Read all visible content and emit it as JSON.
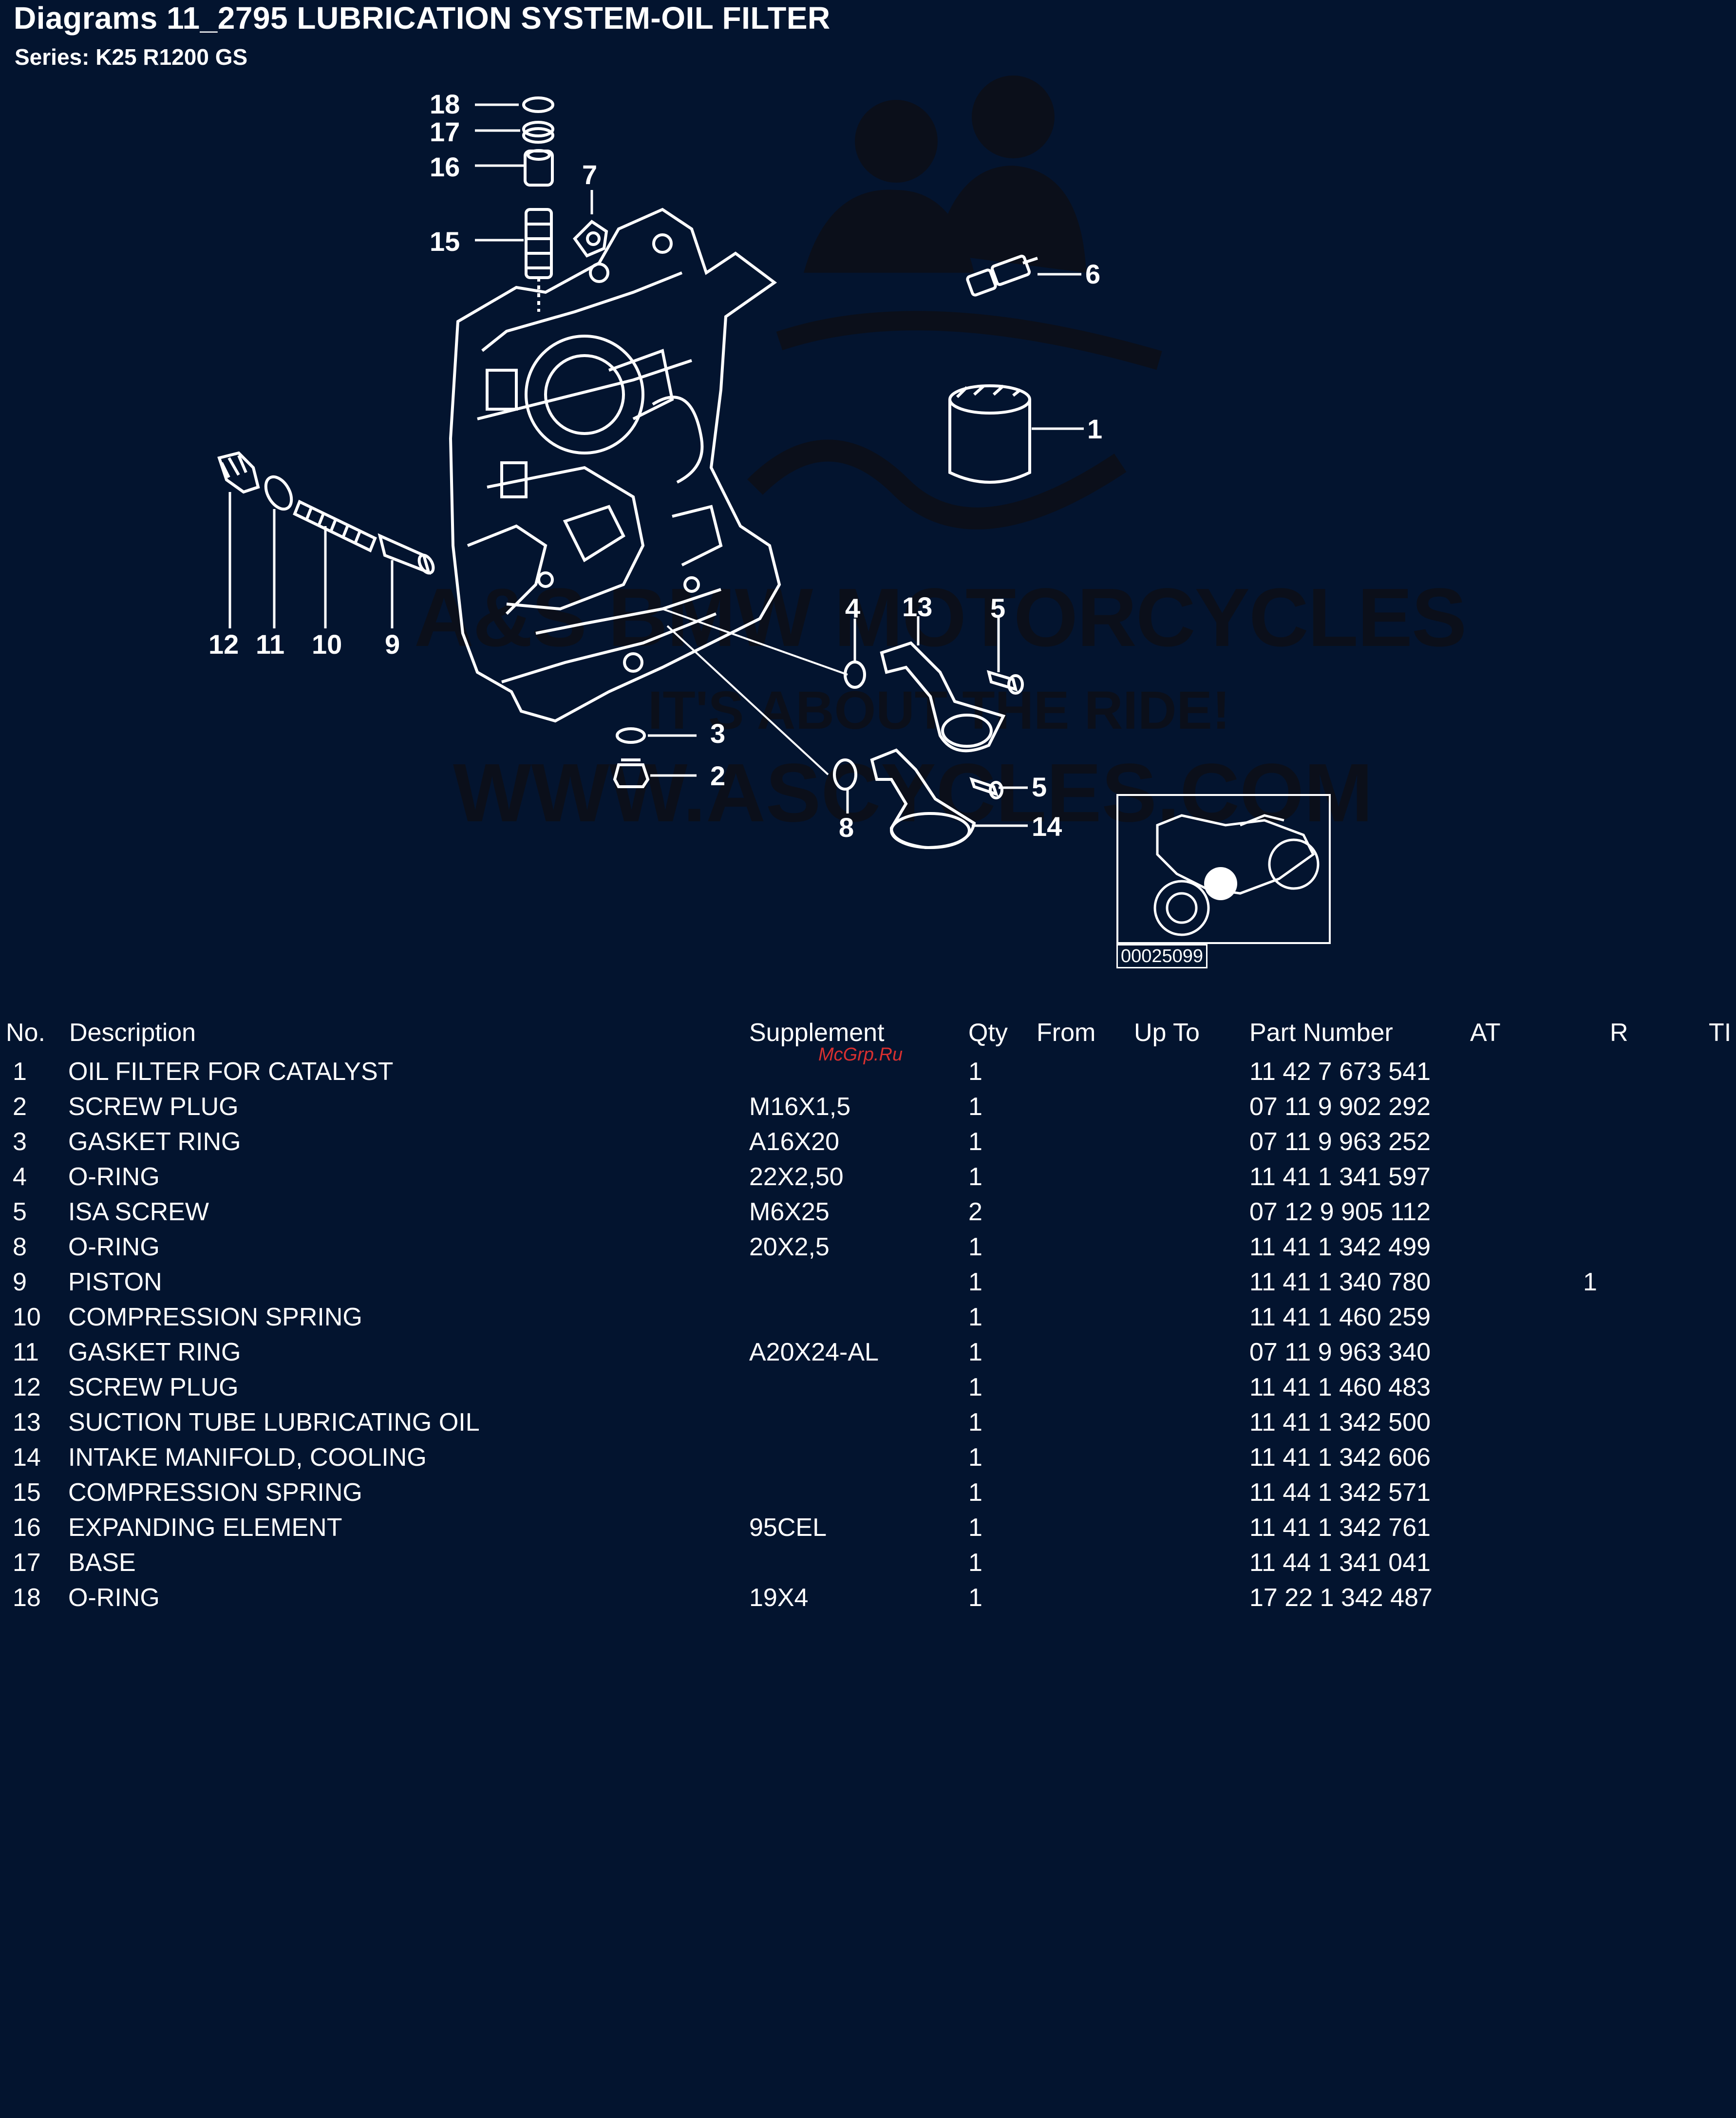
{
  "header": {
    "title": "Diagrams 11_2795 LUBRICATION SYSTEM-OIL FILTER",
    "series": "Series: K25 R1200 GS"
  },
  "diagram": {
    "callouts": [
      "18",
      "17",
      "16",
      "15",
      "7",
      "6",
      "1",
      "12",
      "11",
      "10",
      "9",
      "4",
      "13",
      "5",
      "3",
      "2",
      "8",
      "5",
      "14"
    ],
    "diagram_id": "00025099",
    "watermark": {
      "line1": "A&S BMW MOTORCYCLES",
      "line2": "IT'S ABOUT THE RIDE!",
      "line3": "WWW.ASCYCLES.COM"
    }
  },
  "stamp": "McGrp.Ru",
  "table": {
    "headers": {
      "no": "No.",
      "description": "Description",
      "supplement": "Supplement",
      "qty": "Qty",
      "from": "From",
      "up_to": "Up To",
      "part_number": "Part Number",
      "at": "AT",
      "r": "R",
      "ti": "TI"
    },
    "rows": [
      {
        "no": "1",
        "description": "OIL FILTER FOR CATALYST",
        "supplement": "",
        "qty": "1",
        "part_number": "11 42 7 673 541",
        "r": ""
      },
      {
        "no": "2",
        "description": "SCREW PLUG",
        "supplement": "M16X1,5",
        "qty": "1",
        "part_number": "07 11 9 902 292",
        "r": ""
      },
      {
        "no": "3",
        "description": "GASKET RING",
        "supplement": "A16X20",
        "qty": "1",
        "part_number": "07 11 9 963 252",
        "r": ""
      },
      {
        "no": "4",
        "description": "O-RING",
        "supplement": "22X2,50",
        "qty": "1",
        "part_number": "11 41 1 341 597",
        "r": ""
      },
      {
        "no": "5",
        "description": "ISA SCREW",
        "supplement": "M6X25",
        "qty": "2",
        "part_number": "07 12 9 905 112",
        "r": ""
      },
      {
        "no": "8",
        "description": "O-RING",
        "supplement": "20X2,5",
        "qty": "1",
        "part_number": "11 41 1 342 499",
        "r": ""
      },
      {
        "no": "9",
        "description": "PISTON",
        "supplement": "",
        "qty": "1",
        "part_number": "11 41 1 340 780",
        "r": "1"
      },
      {
        "no": "10",
        "description": "COMPRESSION SPRING",
        "supplement": "",
        "qty": "1",
        "part_number": "11 41 1 460 259",
        "r": ""
      },
      {
        "no": "11",
        "description": "GASKET RING",
        "supplement": "A20X24-AL",
        "qty": "1",
        "part_number": "07 11 9 963 340",
        "r": ""
      },
      {
        "no": "12",
        "description": "SCREW PLUG",
        "supplement": "",
        "qty": "1",
        "part_number": "11 41 1 460 483",
        "r": ""
      },
      {
        "no": "13",
        "description": "SUCTION TUBE LUBRICATING OIL",
        "supplement": "",
        "qty": "1",
        "part_number": "11 41 1 342 500",
        "r": ""
      },
      {
        "no": "14",
        "description": "INTAKE MANIFOLD, COOLING",
        "supplement": "",
        "qty": "1",
        "part_number": "11 41 1 342 606",
        "r": ""
      },
      {
        "no": "15",
        "description": "COMPRESSION SPRING",
        "supplement": "",
        "qty": "1",
        "part_number": "11 44 1 342 571",
        "r": ""
      },
      {
        "no": "16",
        "description": "EXPANDING ELEMENT",
        "supplement": "95CEL",
        "qty": "1",
        "part_number": "11 41 1 342 761",
        "r": ""
      },
      {
        "no": "17",
        "description": "BASE",
        "supplement": "",
        "qty": "1",
        "part_number": "11 44 1 341 041",
        "r": ""
      },
      {
        "no": "18",
        "description": "O-RING",
        "supplement": "19X4",
        "qty": "1",
        "part_number": "17 22 1 342 487",
        "r": ""
      }
    ]
  }
}
